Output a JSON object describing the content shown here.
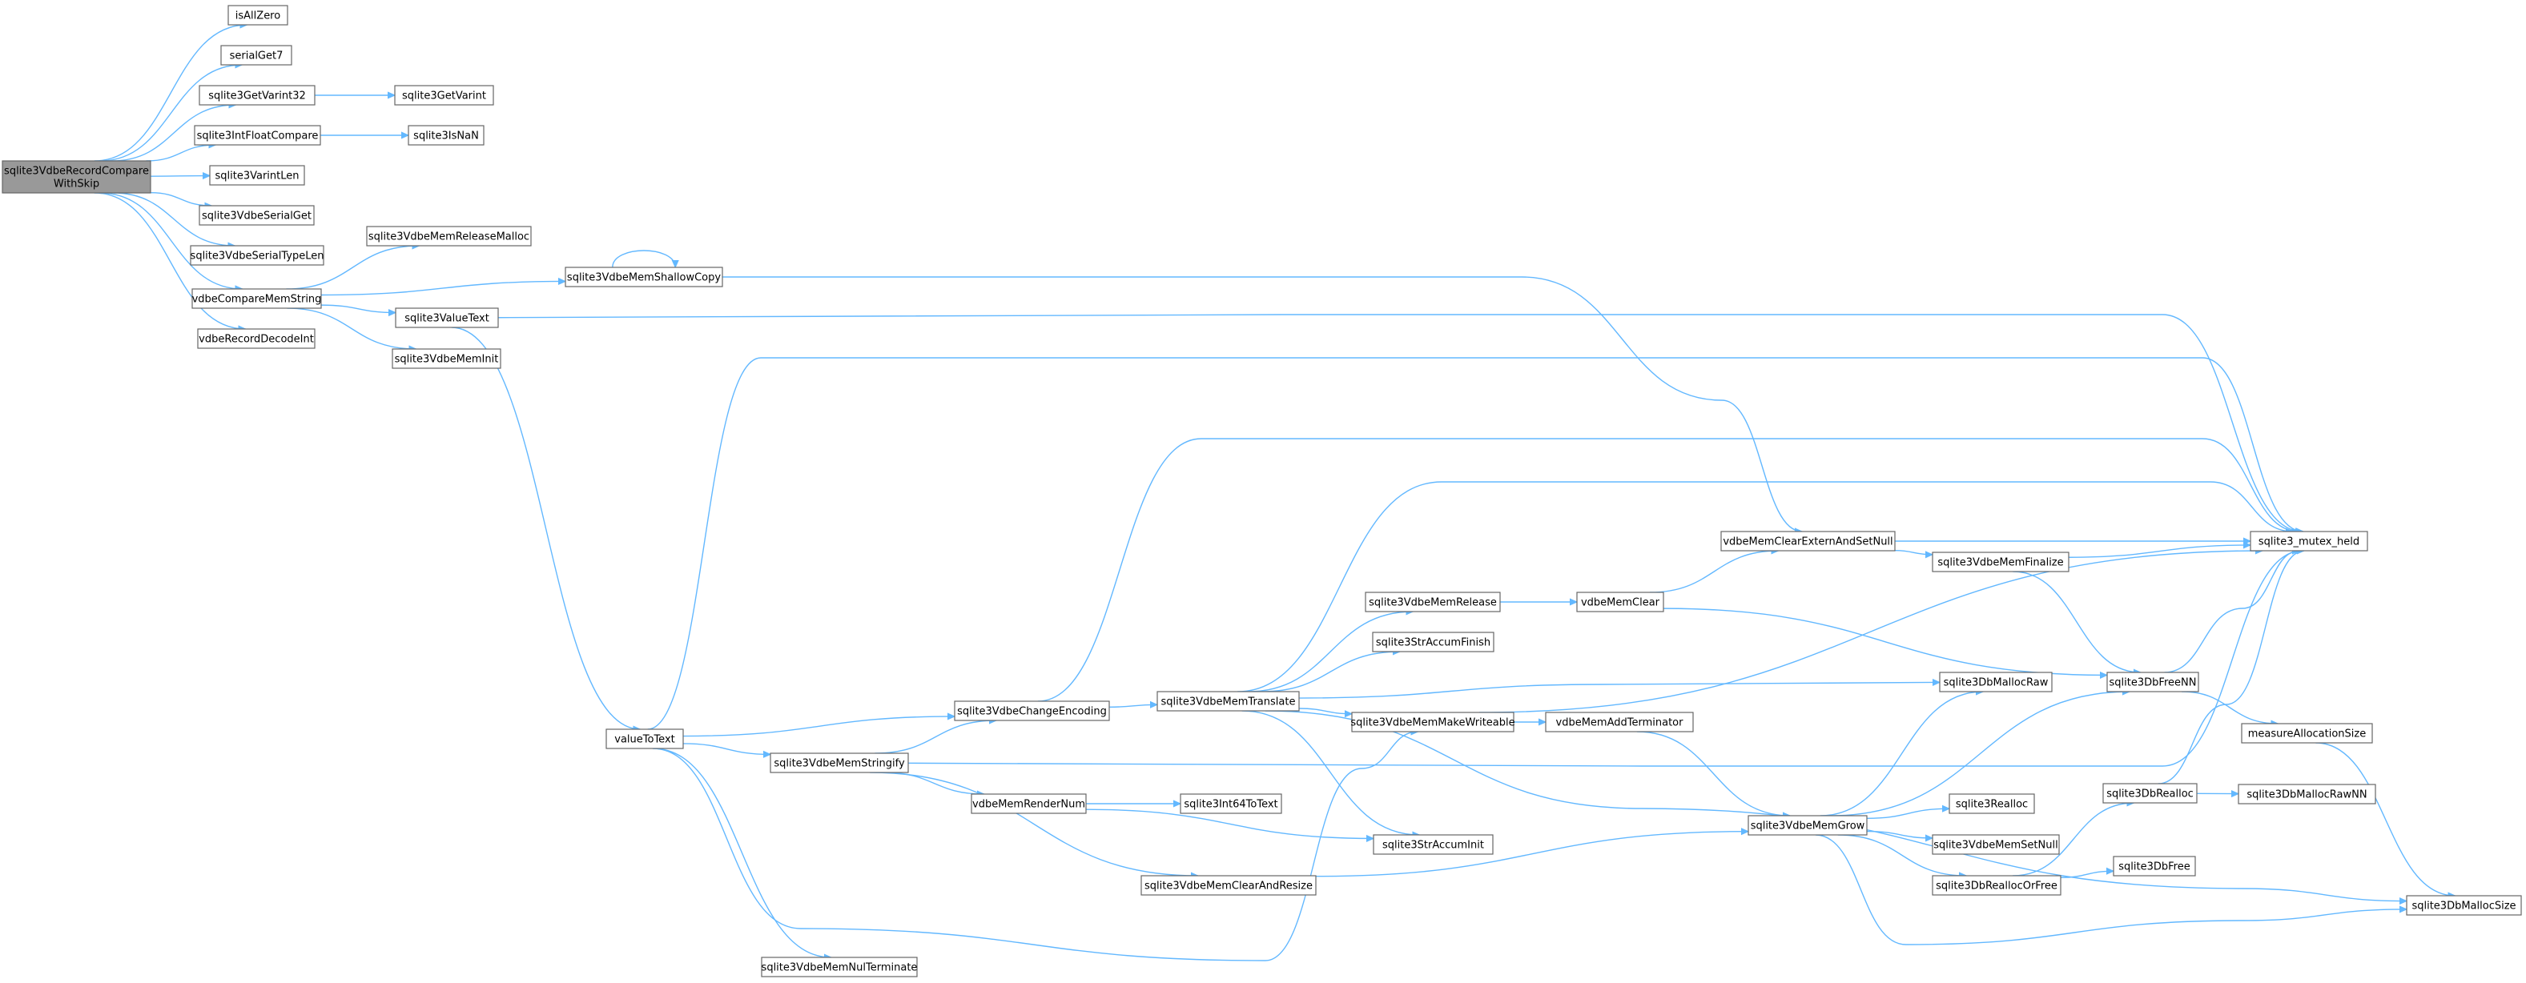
{
  "graph": {
    "nodes": [
      {
        "id": "root",
        "lines": [
          "sqlite3VdbeRecordCompare",
          "WithSkip"
        ],
        "root": true
      },
      {
        "id": "isAllZero",
        "lines": [
          "isAllZero"
        ]
      },
      {
        "id": "serialGet7",
        "lines": [
          "serialGet7"
        ]
      },
      {
        "id": "sqlite3GetVarint32",
        "lines": [
          "sqlite3GetVarint32"
        ]
      },
      {
        "id": "sqlite3GetVarint",
        "lines": [
          "sqlite3GetVarint"
        ]
      },
      {
        "id": "sqlite3IntFloatCompare",
        "lines": [
          "sqlite3IntFloatCompare"
        ]
      },
      {
        "id": "sqlite3IsNaN",
        "lines": [
          "sqlite3IsNaN"
        ]
      },
      {
        "id": "sqlite3VarintLen",
        "lines": [
          "sqlite3VarintLen"
        ]
      },
      {
        "id": "sqlite3VdbeSerialGet",
        "lines": [
          "sqlite3VdbeSerialGet"
        ]
      },
      {
        "id": "sqlite3VdbeSerialTypeLen",
        "lines": [
          "sqlite3VdbeSerialTypeLen"
        ]
      },
      {
        "id": "vdbeCompareMemString",
        "lines": [
          "vdbeCompareMemString"
        ]
      },
      {
        "id": "vdbeRecordDecodeInt",
        "lines": [
          "vdbeRecordDecodeInt"
        ]
      },
      {
        "id": "sqlite3VdbeMemReleaseMalloc",
        "lines": [
          "sqlite3VdbeMemReleaseMalloc"
        ]
      },
      {
        "id": "sqlite3VdbeMemShallowCopy",
        "lines": [
          "sqlite3VdbeMemShallowCopy"
        ]
      },
      {
        "id": "sqlite3ValueText",
        "lines": [
          "sqlite3ValueText"
        ]
      },
      {
        "id": "sqlite3VdbeMemInit",
        "lines": [
          "sqlite3VdbeMemInit"
        ]
      },
      {
        "id": "valueToText",
        "lines": [
          "valueToText"
        ]
      },
      {
        "id": "sqlite3VdbeChangeEncoding",
        "lines": [
          "sqlite3VdbeChangeEncoding"
        ]
      },
      {
        "id": "sqlite3VdbeMemStringify",
        "lines": [
          "sqlite3VdbeMemStringify"
        ]
      },
      {
        "id": "vdbeMemRenderNum",
        "lines": [
          "vdbeMemRenderNum"
        ]
      },
      {
        "id": "sqlite3Int64ToText",
        "lines": [
          "sqlite3Int64ToText"
        ]
      },
      {
        "id": "sqlite3VdbeMemClearAndResize",
        "lines": [
          "sqlite3VdbeMemClearAndResize"
        ]
      },
      {
        "id": "sqlite3VdbeMemNulTerminate",
        "lines": [
          "sqlite3VdbeMemNulTerminate"
        ]
      },
      {
        "id": "sqlite3VdbeMemTranslate",
        "lines": [
          "sqlite3VdbeMemTranslate"
        ]
      },
      {
        "id": "sqlite3VdbeMemRelease",
        "lines": [
          "sqlite3VdbeMemRelease"
        ]
      },
      {
        "id": "sqlite3StrAccumFinish",
        "lines": [
          "sqlite3StrAccumFinish"
        ]
      },
      {
        "id": "sqlite3VdbeMemMakeWriteable",
        "lines": [
          "sqlite3VdbeMemMakeWriteable"
        ]
      },
      {
        "id": "sqlite3StrAccumInit",
        "lines": [
          "sqlite3StrAccumInit"
        ]
      },
      {
        "id": "vdbeMemClear",
        "lines": [
          "vdbeMemClear"
        ]
      },
      {
        "id": "vdbeMemAddTerminator",
        "lines": [
          "vdbeMemAddTerminator"
        ]
      },
      {
        "id": "vdbeMemClearExternAndSetNull",
        "lines": [
          "vdbeMemClearExternAndSetNull"
        ]
      },
      {
        "id": "sqlite3VdbeMemFinalize",
        "lines": [
          "sqlite3VdbeMemFinalize"
        ]
      },
      {
        "id": "sqlite3DbMallocRaw",
        "lines": [
          "sqlite3DbMallocRaw"
        ]
      },
      {
        "id": "sqlite3VdbeMemGrow",
        "lines": [
          "sqlite3VdbeMemGrow"
        ]
      },
      {
        "id": "sqlite3Realloc",
        "lines": [
          "sqlite3Realloc"
        ]
      },
      {
        "id": "sqlite3VdbeMemSetNull",
        "lines": [
          "sqlite3VdbeMemSetNull"
        ]
      },
      {
        "id": "sqlite3DbReallocOrFree",
        "lines": [
          "sqlite3DbReallocOrFree"
        ]
      },
      {
        "id": "sqlite3DbFree",
        "lines": [
          "sqlite3DbFree"
        ]
      },
      {
        "id": "sqlite3DbFreeNN",
        "lines": [
          "sqlite3DbFreeNN"
        ]
      },
      {
        "id": "sqlite3DbRealloc",
        "lines": [
          "sqlite3DbRealloc"
        ]
      },
      {
        "id": "sqlite3_mutex_held",
        "lines": [
          "sqlite3_mutex_held"
        ]
      },
      {
        "id": "measureAllocationSize",
        "lines": [
          "measureAllocationSize"
        ]
      },
      {
        "id": "sqlite3DbMallocRawNN",
        "lines": [
          "sqlite3DbMallocRawNN"
        ]
      },
      {
        "id": "sqlite3DbMallocSize",
        "lines": [
          "sqlite3DbMallocSize"
        ]
      }
    ],
    "edges": [
      [
        "root",
        "isAllZero"
      ],
      [
        "root",
        "serialGet7"
      ],
      [
        "root",
        "sqlite3GetVarint32"
      ],
      [
        "root",
        "sqlite3IntFloatCompare"
      ],
      [
        "root",
        "sqlite3VarintLen"
      ],
      [
        "root",
        "sqlite3VdbeSerialGet"
      ],
      [
        "root",
        "sqlite3VdbeSerialTypeLen"
      ],
      [
        "root",
        "vdbeCompareMemString"
      ],
      [
        "root",
        "vdbeRecordDecodeInt"
      ],
      [
        "sqlite3GetVarint32",
        "sqlite3GetVarint"
      ],
      [
        "sqlite3IntFloatCompare",
        "sqlite3IsNaN"
      ],
      [
        "vdbeCompareMemString",
        "sqlite3VdbeMemReleaseMalloc"
      ],
      [
        "vdbeCompareMemString",
        "sqlite3VdbeMemShallowCopy"
      ],
      [
        "vdbeCompareMemString",
        "sqlite3ValueText"
      ],
      [
        "vdbeCompareMemString",
        "sqlite3VdbeMemInit"
      ],
      [
        "sqlite3VdbeMemShallowCopy",
        "sqlite3VdbeMemShallowCopy"
      ],
      [
        "sqlite3VdbeMemShallowCopy",
        "vdbeMemClearExternAndSetNull"
      ],
      [
        "sqlite3ValueText",
        "sqlite3_mutex_held"
      ],
      [
        "sqlite3ValueText",
        "valueToText"
      ],
      [
        "valueToText",
        "sqlite3_mutex_held"
      ],
      [
        "valueToText",
        "sqlite3VdbeChangeEncoding"
      ],
      [
        "valueToText",
        "sqlite3VdbeMemStringify"
      ],
      [
        "valueToText",
        "sqlite3VdbeMemMakeWriteable"
      ],
      [
        "valueToText",
        "sqlite3VdbeMemNulTerminate"
      ],
      [
        "sqlite3VdbeChangeEncoding",
        "sqlite3_mutex_held"
      ],
      [
        "sqlite3VdbeChangeEncoding",
        "sqlite3VdbeMemTranslate"
      ],
      [
        "sqlite3VdbeMemStringify",
        "sqlite3_mutex_held"
      ],
      [
        "sqlite3VdbeMemStringify",
        "sqlite3VdbeChangeEncoding"
      ],
      [
        "sqlite3VdbeMemStringify",
        "vdbeMemRenderNum"
      ],
      [
        "sqlite3VdbeMemStringify",
        "sqlite3VdbeMemClearAndResize"
      ],
      [
        "vdbeMemRenderNum",
        "sqlite3Int64ToText"
      ],
      [
        "vdbeMemRenderNum",
        "sqlite3StrAccumInit"
      ],
      [
        "sqlite3VdbeMemClearAndResize",
        "sqlite3VdbeMemGrow"
      ],
      [
        "sqlite3VdbeMemTranslate",
        "sqlite3_mutex_held"
      ],
      [
        "sqlite3VdbeMemTranslate",
        "sqlite3VdbeMemRelease"
      ],
      [
        "sqlite3VdbeMemTranslate",
        "sqlite3StrAccumFinish"
      ],
      [
        "sqlite3VdbeMemTranslate",
        "sqlite3VdbeMemMakeWriteable"
      ],
      [
        "sqlite3VdbeMemTranslate",
        "sqlite3StrAccumInit"
      ],
      [
        "sqlite3VdbeMemTranslate",
        "sqlite3DbMallocRaw"
      ],
      [
        "sqlite3VdbeMemTranslate",
        "sqlite3DbMallocSize"
      ],
      [
        "sqlite3VdbeMemRelease",
        "vdbeMemClear"
      ],
      [
        "vdbeMemClear",
        "vdbeMemClearExternAndSetNull"
      ],
      [
        "vdbeMemClear",
        "sqlite3DbFreeNN"
      ],
      [
        "sqlite3VdbeMemMakeWriteable",
        "sqlite3_mutex_held"
      ],
      [
        "sqlite3VdbeMemMakeWriteable",
        "vdbeMemAddTerminator"
      ],
      [
        "vdbeMemAddTerminator",
        "sqlite3VdbeMemGrow"
      ],
      [
        "vdbeMemClearExternAndSetNull",
        "sqlite3_mutex_held"
      ],
      [
        "vdbeMemClearExternAndSetNull",
        "sqlite3VdbeMemFinalize"
      ],
      [
        "sqlite3VdbeMemFinalize",
        "sqlite3_mutex_held"
      ],
      [
        "sqlite3VdbeMemFinalize",
        "sqlite3DbFreeNN"
      ],
      [
        "sqlite3VdbeMemGrow",
        "sqlite3DbMallocRaw"
      ],
      [
        "sqlite3VdbeMemGrow",
        "sqlite3DbFreeNN"
      ],
      [
        "sqlite3VdbeMemGrow",
        "sqlite3Realloc"
      ],
      [
        "sqlite3VdbeMemGrow",
        "sqlite3VdbeMemSetNull"
      ],
      [
        "sqlite3VdbeMemGrow",
        "sqlite3DbReallocOrFree"
      ],
      [
        "sqlite3VdbeMemGrow",
        "sqlite3DbMallocSize"
      ],
      [
        "sqlite3DbReallocOrFree",
        "sqlite3DbRealloc"
      ],
      [
        "sqlite3DbReallocOrFree",
        "sqlite3DbFree"
      ],
      [
        "sqlite3DbRealloc",
        "sqlite3_mutex_held"
      ],
      [
        "sqlite3DbRealloc",
        "sqlite3DbMallocRawNN"
      ],
      [
        "sqlite3DbFreeNN",
        "sqlite3_mutex_held"
      ],
      [
        "sqlite3DbFreeNN",
        "measureAllocationSize"
      ],
      [
        "measureAllocationSize",
        "sqlite3DbMallocSize"
      ]
    ]
  },
  "colors": {
    "root_fill": "#999999",
    "node_fill": "#ffffff",
    "node_border": "#666666",
    "edge": "#63b8ff",
    "text": "#000000"
  }
}
